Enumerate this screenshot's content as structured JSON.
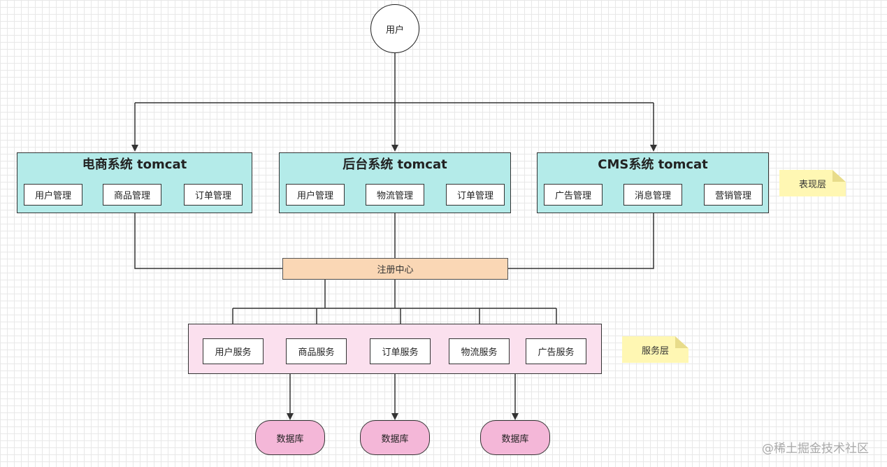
{
  "user": {
    "label": "用户"
  },
  "systems": [
    {
      "title": "电商系统 tomcat",
      "modules": [
        "用户管理",
        "商品管理",
        "订单管理"
      ]
    },
    {
      "title": "后台系统 tomcat",
      "modules": [
        "用户管理",
        "物流管理",
        "订单管理"
      ]
    },
    {
      "title": "CMS系统 tomcat",
      "modules": [
        "广告管理",
        "消息管理",
        "营销管理"
      ]
    }
  ],
  "notes": {
    "presentation": "表现层",
    "service": "服务层"
  },
  "registry": {
    "label": "注册中心"
  },
  "services": [
    "用户服务",
    "商品服务",
    "订单服务",
    "物流服务",
    "广告服务"
  ],
  "databases": [
    "数据库",
    "数据库",
    "数据库"
  ],
  "watermark": "@稀土掘金技术社区",
  "colors": {
    "system_fill": "#b4ebe9",
    "registry_fill": "#fad7b5",
    "service_layer_fill": "#fbe0ee",
    "database_fill": "#f4b7d8",
    "note_fill": "#fff7b3"
  }
}
